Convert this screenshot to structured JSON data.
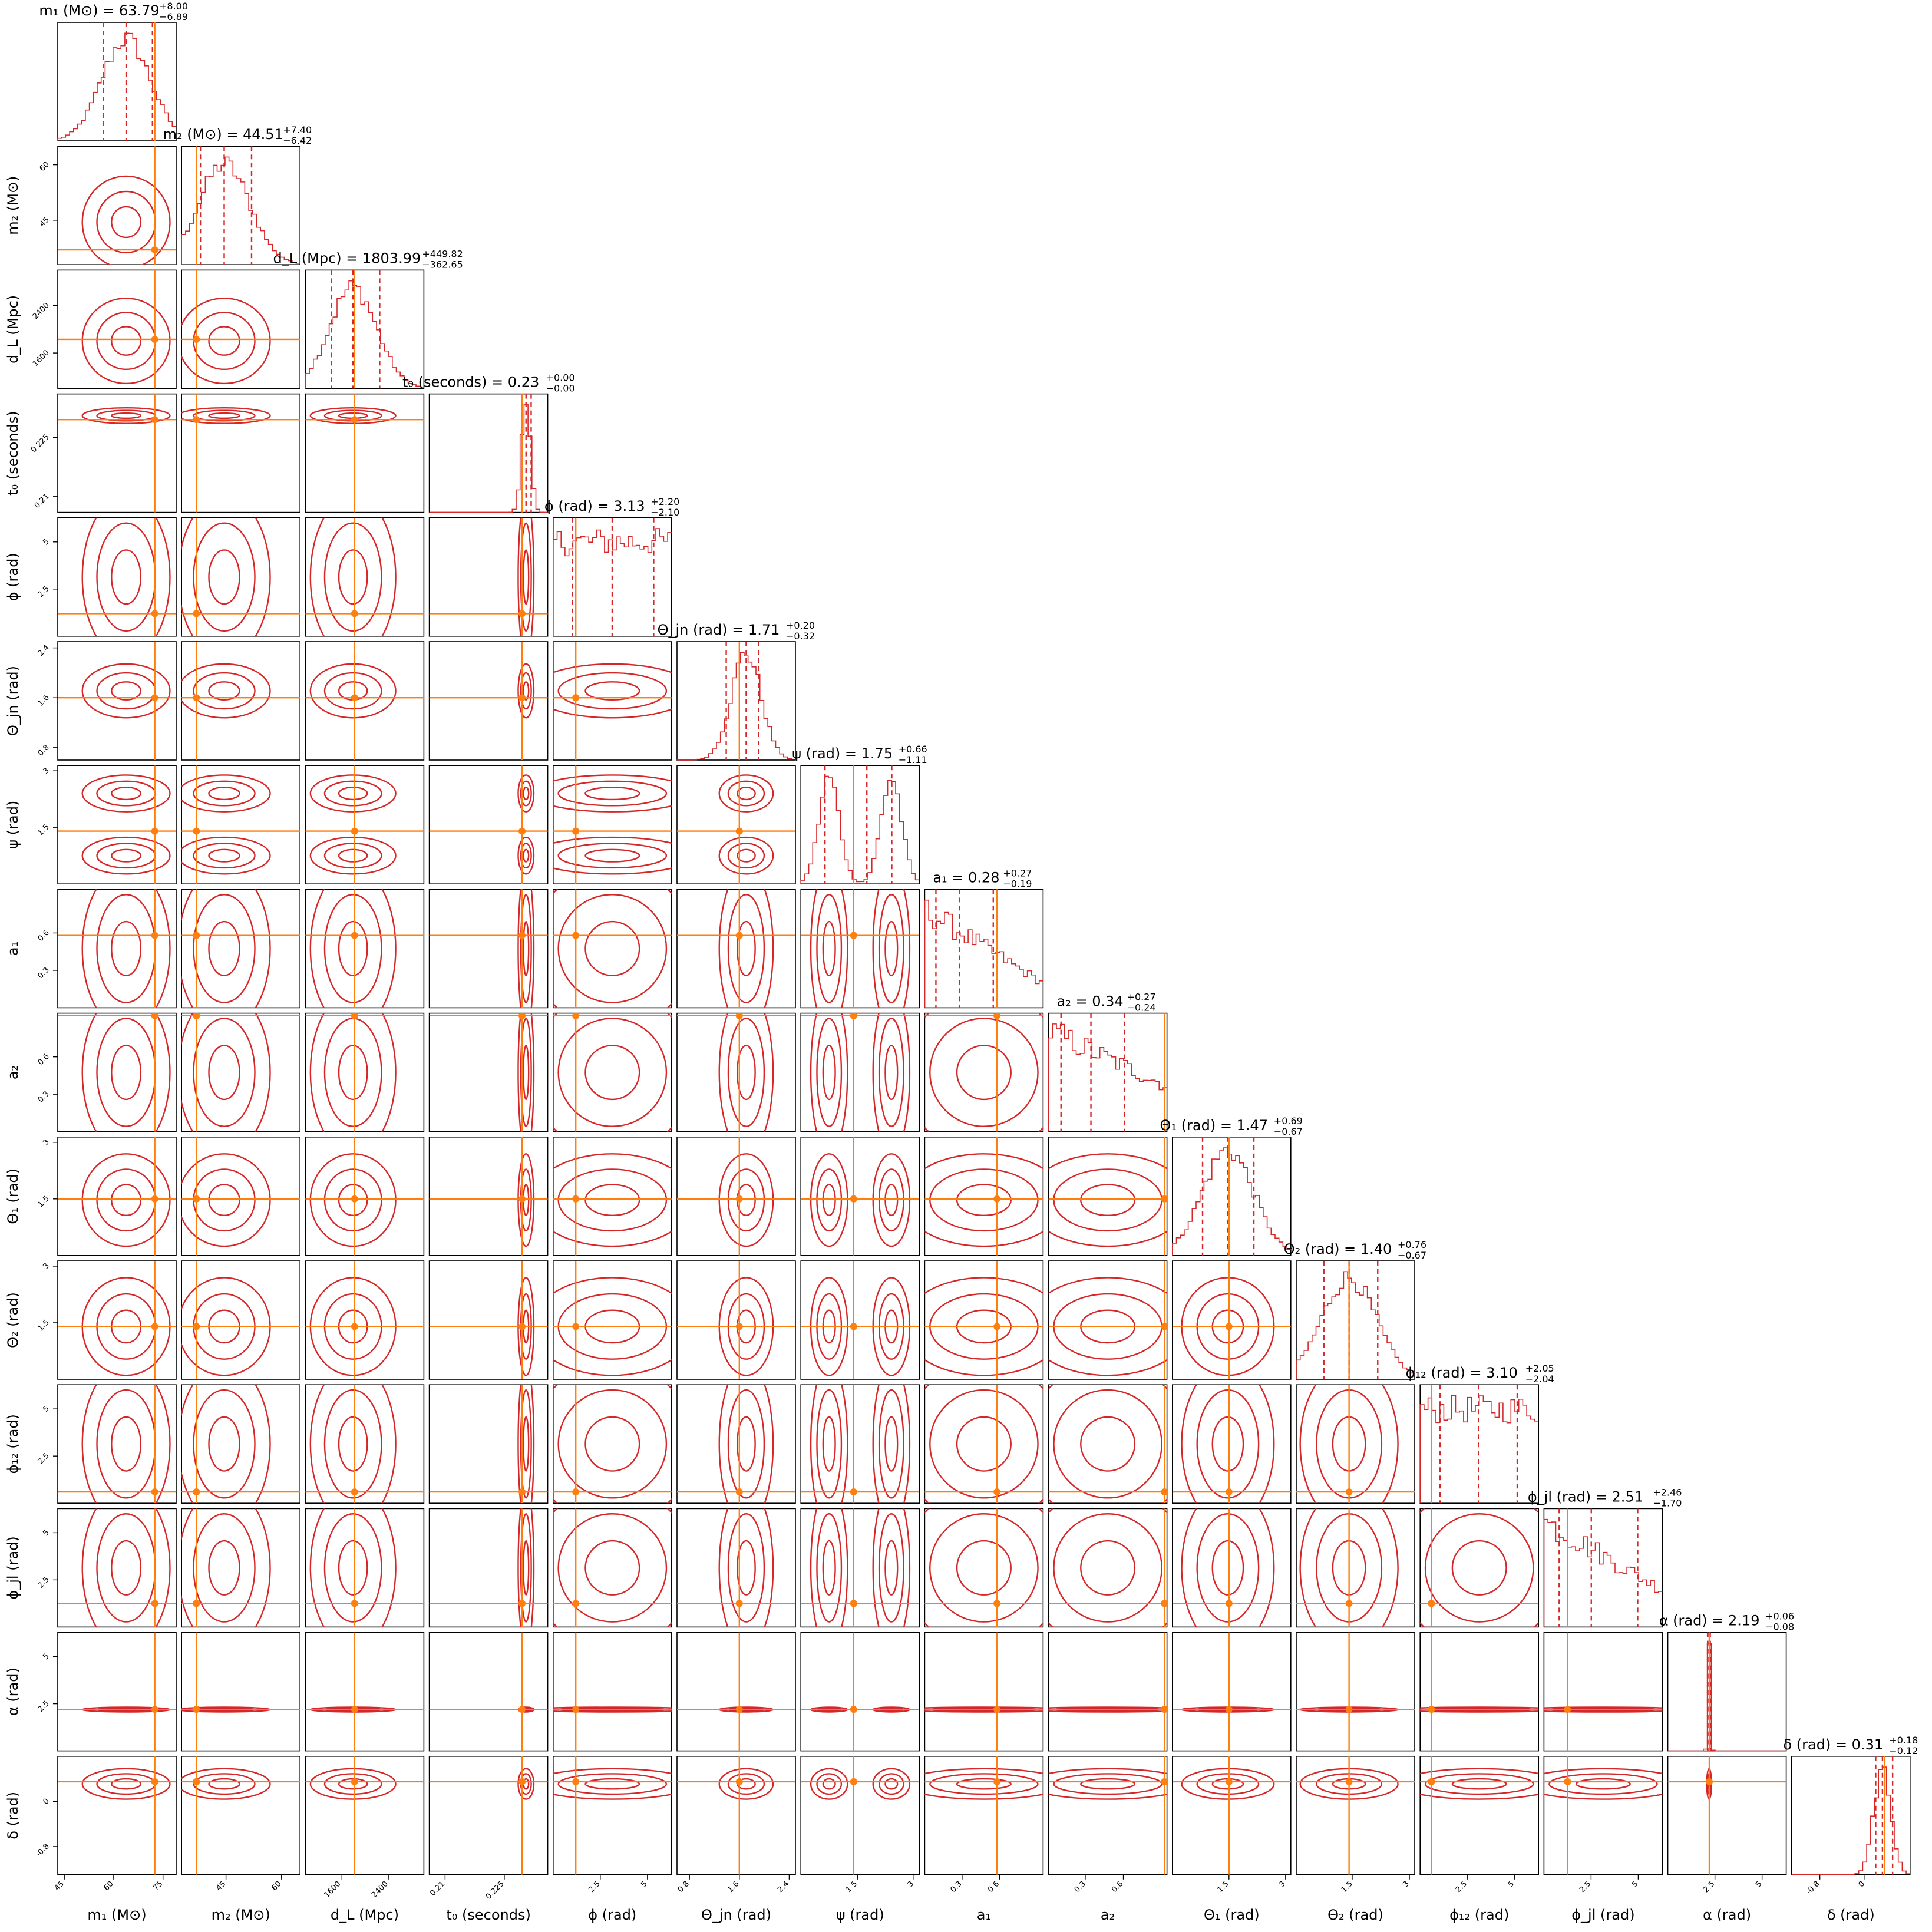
{
  "colors": {
    "posterior": "#d62728",
    "truth": "#ff7f0e",
    "frame": "#000000"
  },
  "chart_data": {
    "type": "corner",
    "params": [
      {
        "label": "m₁ (M⊙)",
        "title_main": "m₁ (M⊙) = 63.79",
        "title_plus": "+8.00",
        "title_minus": "−6.89",
        "range": [
          43,
          79
        ],
        "ticks": [
          45,
          60,
          75
        ],
        "truth": 72.5,
        "median": 63.79,
        "q16": 56.9,
        "q84": 71.79,
        "dist": {
          "kind": "normal",
          "mu": 63.79,
          "sigma": 7.4
        }
      },
      {
        "label": "m₂ (M⊙)",
        "title_main": "m₂ (M⊙) = 44.51",
        "title_plus": "+7.40",
        "title_minus": "−6.42",
        "range": [
          33,
          65
        ],
        "ticks": [
          45,
          60
        ],
        "truth": 37,
        "median": 44.51,
        "q16": 38.09,
        "q84": 51.91,
        "dist": {
          "kind": "normal",
          "mu": 44.51,
          "sigma": 6.9
        }
      },
      {
        "label": "d_L (Mpc)",
        "title_main": "d_L (Mpc) = 1803.99",
        "title_plus": "+449.82",
        "title_minus": "−362.65",
        "range": [
          1000,
          3000
        ],
        "ticks": [
          1600,
          2400
        ],
        "truth": 1830,
        "median": 1803.99,
        "q16": 1441.34,
        "q84": 2253.81,
        "dist": {
          "kind": "normal",
          "mu": 1803.99,
          "sigma": 400
        }
      },
      {
        "label": "t₀ (seconds)",
        "title_main": "t₀ (seconds) = 0.23",
        "title_plus": "+0.00",
        "title_minus": "−0.00",
        "range": [
          0.206,
          0.236
        ],
        "ticks": [
          0.21,
          0.225
        ],
        "truth": 0.2295,
        "median": 0.2305,
        "q16": 0.2295,
        "q84": 0.2318,
        "dist": {
          "kind": "normal",
          "mu": 0.2305,
          "sigma": 0.0011
        }
      },
      {
        "label": "ϕ (rad)",
        "title_main": "ϕ (rad) = 3.13",
        "title_plus": "+2.20",
        "title_minus": "−2.10",
        "range": [
          0,
          6.28
        ],
        "ticks": [
          2.5,
          5.0
        ],
        "truth": 1.2,
        "median": 3.13,
        "q16": 1.03,
        "q84": 5.33,
        "dist": {
          "kind": "uniform"
        }
      },
      {
        "label": "Θ_jn (rad)",
        "title_main": "Θ_jn (rad) = 1.71",
        "title_plus": "+0.20",
        "title_minus": "−0.32",
        "range": [
          0.6,
          2.5
        ],
        "ticks": [
          0.8,
          1.6,
          2.4
        ],
        "truth": 1.6,
        "median": 1.71,
        "q16": 1.39,
        "q84": 1.91,
        "dist": {
          "kind": "normal",
          "mu": 1.71,
          "sigma": 0.24
        }
      },
      {
        "label": "ψ (rad)",
        "title_main": "ψ (rad) = 1.75",
        "title_plus": "+0.66",
        "title_minus": "−1.11",
        "range": [
          0,
          3.14
        ],
        "ticks": [
          1.5,
          3.0
        ],
        "truth": 1.4,
        "median": 1.75,
        "q16": 0.64,
        "q84": 2.41,
        "dist": {
          "kind": "bimodal",
          "m1": 0.75,
          "m2": 2.4,
          "sigma": 0.27
        }
      },
      {
        "label": "a₁",
        "title_main": "a₁ = 0.28",
        "title_plus": "+0.27",
        "title_minus": "−0.19",
        "range": [
          0,
          0.95
        ],
        "ticks": [
          0.3,
          0.6
        ],
        "truth": 0.58,
        "median": 0.28,
        "q16": 0.09,
        "q84": 0.55,
        "dist": {
          "kind": "decline",
          "lo": 1.0,
          "hi": 0.25
        }
      },
      {
        "label": "a₂",
        "title_main": "a₂ = 0.34",
        "title_plus": "+0.27",
        "title_minus": "−0.24",
        "range": [
          0,
          0.95
        ],
        "ticks": [
          0.3,
          0.6
        ],
        "truth": 0.93,
        "median": 0.34,
        "q16": 0.1,
        "q84": 0.61,
        "dist": {
          "kind": "decline",
          "lo": 1.0,
          "hi": 0.45
        }
      },
      {
        "label": "Θ₁ (rad)",
        "title_main": "Θ₁ (rad) = 1.47",
        "title_plus": "+0.69",
        "title_minus": "−0.67",
        "range": [
          0,
          3.14
        ],
        "ticks": [
          1.5,
          3.0
        ],
        "truth": 1.5,
        "median": 1.47,
        "q16": 0.8,
        "q84": 2.16,
        "dist": {
          "kind": "normal",
          "mu": 1.47,
          "sigma": 0.68
        }
      },
      {
        "label": "Θ₂ (rad)",
        "title_main": "Θ₂ (rad) = 1.40",
        "title_plus": "+0.76",
        "title_minus": "−0.67",
        "range": [
          0,
          3.14
        ],
        "ticks": [
          1.5,
          3.0
        ],
        "truth": 1.4,
        "median": 1.4,
        "q16": 0.73,
        "q84": 2.16,
        "dist": {
          "kind": "normal",
          "mu": 1.4,
          "sigma": 0.72
        }
      },
      {
        "label": "ϕ₁₂ (rad)",
        "title_main": "ϕ₁₂ (rad) = 3.10",
        "title_plus": "+2.05",
        "title_minus": "−2.04",
        "range": [
          0,
          6.28
        ],
        "ticks": [
          2.5,
          5.0
        ],
        "truth": 0.6,
        "median": 3.1,
        "q16": 1.06,
        "q84": 5.15,
        "dist": {
          "kind": "uniform"
        }
      },
      {
        "label": "ϕ_jl (rad)",
        "title_main": "ϕ_jl (rad) = 2.51",
        "title_plus": "+2.46",
        "title_minus": "−1.70",
        "range": [
          0,
          6.28
        ],
        "ticks": [
          2.5,
          5.0
        ],
        "truth": 1.25,
        "median": 2.51,
        "q16": 0.81,
        "q84": 4.97,
        "dist": {
          "kind": "decline",
          "lo": 1.0,
          "hi": 0.35
        }
      },
      {
        "label": "α (rad)",
        "title_main": "α (rad) = 2.19",
        "title_plus": "+0.06",
        "title_minus": "−0.08",
        "range": [
          0,
          6.28
        ],
        "ticks": [
          2.5,
          5.0
        ],
        "truth": 2.2,
        "median": 2.19,
        "q16": 2.11,
        "q84": 2.25,
        "dist": {
          "kind": "normal",
          "mu": 2.19,
          "sigma": 0.07
        }
      },
      {
        "label": "δ (rad)",
        "title_main": "δ (rad) = 0.31",
        "title_plus": "+0.18",
        "title_minus": "−0.12",
        "range": [
          -1.3,
          0.8
        ],
        "ticks": [
          -0.8,
          0.0
        ],
        "truth": 0.35,
        "median": 0.31,
        "q16": 0.19,
        "q84": 0.49,
        "dist": {
          "kind": "normal",
          "mu": 0.31,
          "sigma": 0.15
        }
      }
    ],
    "contour_levels_sigma": [
      0.6,
      1.2,
      1.8
    ],
    "histogram_bins": 30,
    "grid": false,
    "legend": "none"
  }
}
